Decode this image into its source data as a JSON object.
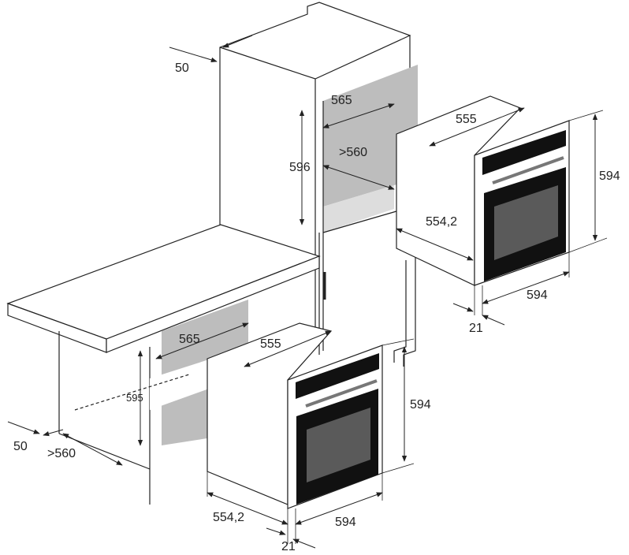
{
  "colors": {
    "line": "#222222",
    "niche": "#bdbdbd",
    "door": "#111111",
    "glass": "#5a5a5a"
  },
  "upper": {
    "gap_top": "50",
    "niche_width": "565",
    "niche_min_width": ">560",
    "niche_height": "596",
    "oven_depth": "555",
    "oven_side_depth": "554,2",
    "oven_height": "594",
    "oven_width": "594",
    "front_thickness": "21"
  },
  "lower": {
    "gap_front": "50",
    "niche_min_width": ">560",
    "niche_width": "565",
    "niche_height": "595",
    "oven_depth": "555",
    "oven_side_depth": "554,2",
    "oven_height": "594",
    "oven_width": "594",
    "front_thickness": "21"
  }
}
